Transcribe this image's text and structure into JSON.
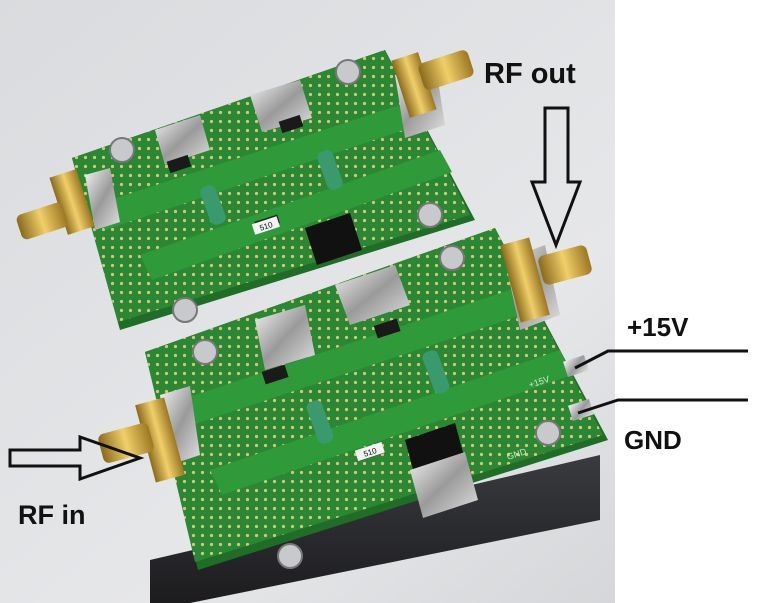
{
  "labels": {
    "rf_out": "RF out",
    "plus_15v": "+15V",
    "gnd": "GND",
    "rf_in": "RF in"
  },
  "board_silkscreen": {
    "top_board_values": [
      "510"
    ],
    "bottom_board_values": [
      "510",
      "+15V",
      "GND"
    ]
  },
  "colors": {
    "pcb_green": "#2c8a34",
    "connector_gold": "#d4a93a",
    "label_text": "#111111"
  }
}
